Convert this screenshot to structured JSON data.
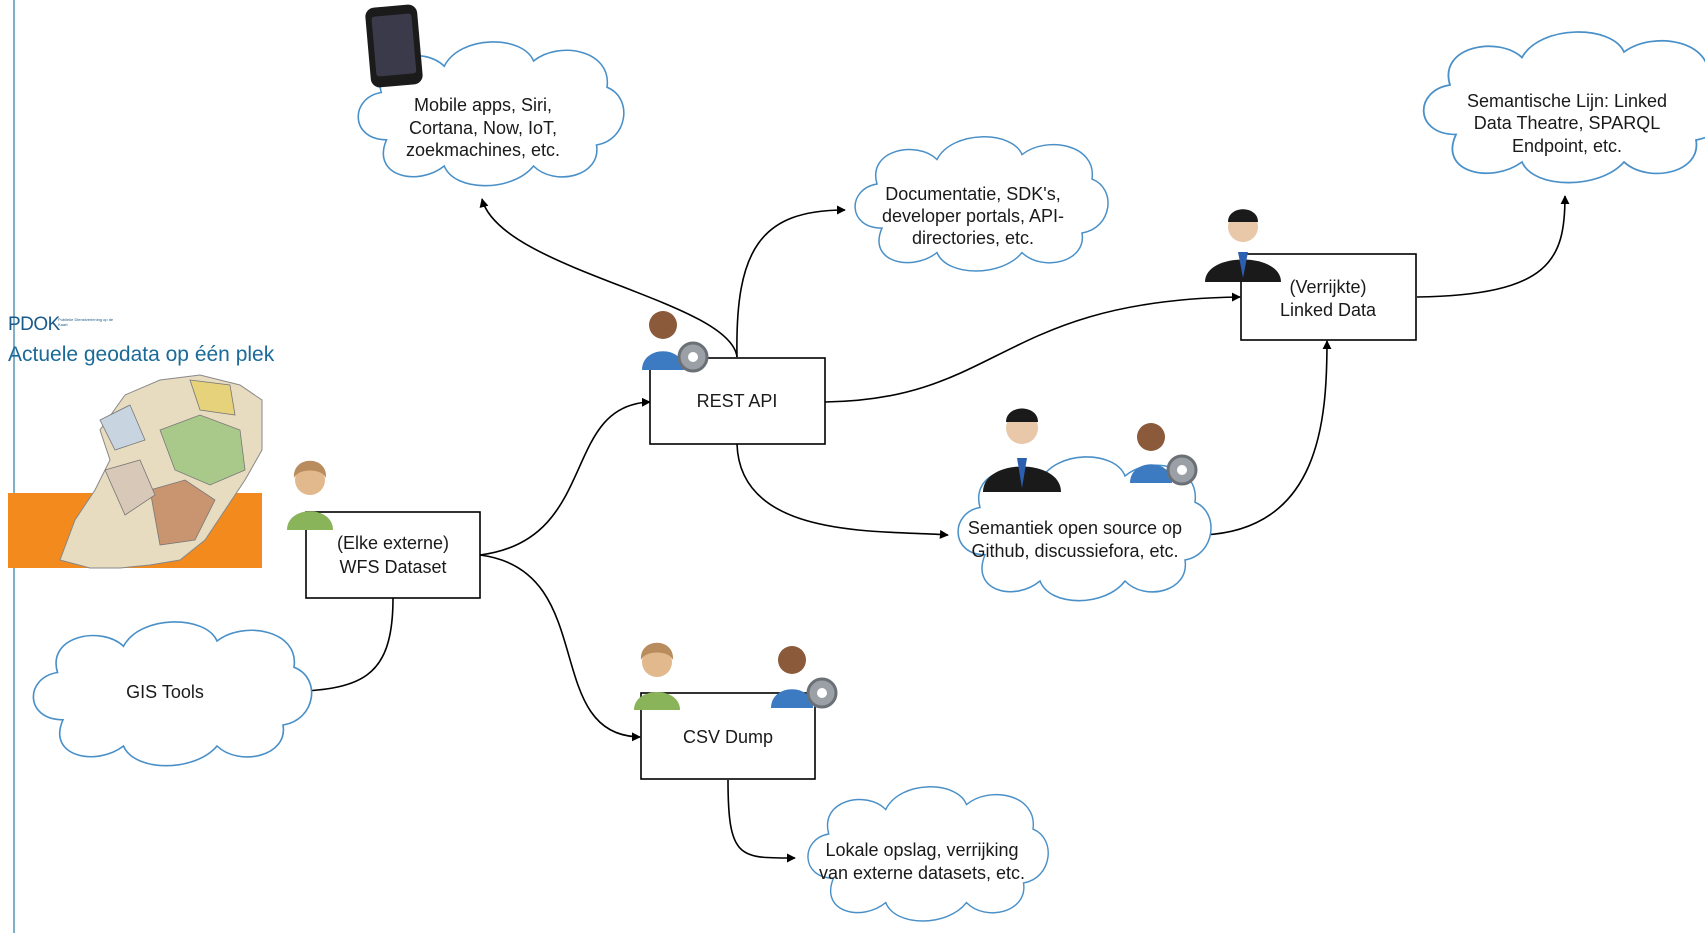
{
  "branding": {
    "logo_text": "PDOK",
    "logo_subtext": "Publieke Dienstverlening op de Kaart",
    "tagline": "Actuele geodata op één plek",
    "accent_color": "#f28a1e"
  },
  "nodes": {
    "wfs": {
      "line1": "(Elke externe)",
      "line2": "WFS Dataset"
    },
    "rest": {
      "line1": "REST API"
    },
    "csv": {
      "line1": "CSV Dump"
    },
    "linked": {
      "line1": "(Verrijkte)",
      "line2": "Linked Data"
    }
  },
  "clouds": {
    "mobile": {
      "line1": "Mobile apps, Siri,",
      "line2": "Cortana, Now, IoT,",
      "line3": "zoekmachines, etc."
    },
    "docs": {
      "line1": "Documentatie, SDK's,",
      "line2": "developer portals, API-",
      "line3": "directories, etc."
    },
    "semantic_line": {
      "line1": "Semantische Lijn: Linked",
      "line2": "Data Theatre, SPARQL",
      "line3": "Endpoint, etc."
    },
    "semantics_os": {
      "line1": "Semantiek open source op",
      "line2": "Github, discussiefora, etc."
    },
    "gis": {
      "line1": "GIS Tools"
    },
    "local": {
      "line1": "Lokale opslag, verrijking",
      "line2": "van externe datasets, etc."
    }
  },
  "icons": [
    "smartphone-icon",
    "user-woman-icon",
    "user-admin-gear-icon",
    "user-business-icon",
    "map-netherlands-icon"
  ]
}
